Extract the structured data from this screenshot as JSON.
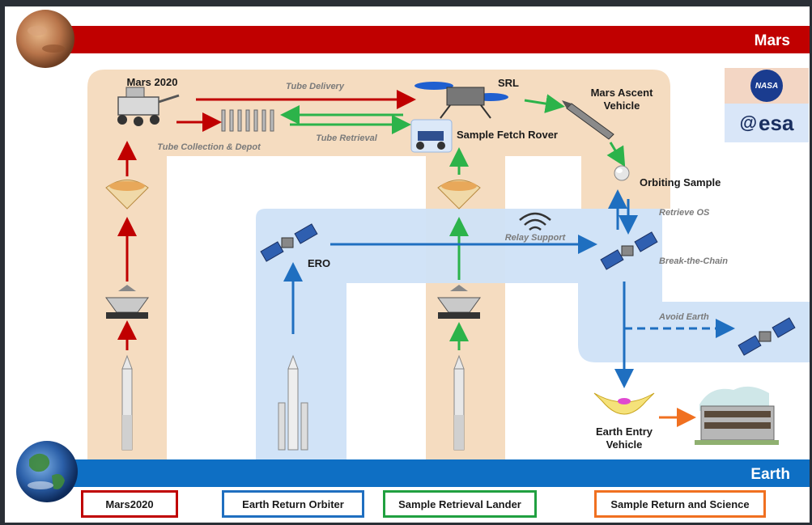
{
  "bands": {
    "mars": "Mars",
    "earth": "Earth"
  },
  "labels": {
    "mars2020": "Mars 2020",
    "tube_delivery": "Tube Delivery",
    "tube_retrieval": "Tube Retrieval",
    "tube_collection": "Tube Collection & Depot",
    "srl": "SRL",
    "sample_fetch_rover": "Sample Fetch Rover",
    "mav_line1": "Mars Ascent",
    "mav_line2": "Vehicle",
    "orbiting_sample": "Orbiting Sample",
    "retrieve_os": "Retrieve OS",
    "relay_support": "Relay Support",
    "ero": "ERO",
    "break_chain": "Break-the-Chain",
    "avoid_earth": "Avoid Earth",
    "eev_line1": "Earth Entry",
    "eev_line2": "Vehicle"
  },
  "logos": {
    "nasa": "NASA",
    "esa": "esa"
  },
  "legend": [
    {
      "label": "Mars2020",
      "color": "#c00000"
    },
    {
      "label": "Earth Return Orbiter",
      "color": "#1f6fc0"
    },
    {
      "label": "Sample Retrieval Lander",
      "color": "#20a040"
    },
    {
      "label": "Sample Return and Science",
      "color": "#f07020"
    }
  ],
  "colors": {
    "mars_band": "#c00000",
    "earth_band": "#0e6fc4",
    "mars_path": "#f5dcc0",
    "ero_path": "#cfe2f7",
    "red_arrow": "#c00000",
    "green_arrow": "#2cb34a",
    "blue_arrow": "#1f6fc0",
    "orange_arrow": "#f07020"
  }
}
